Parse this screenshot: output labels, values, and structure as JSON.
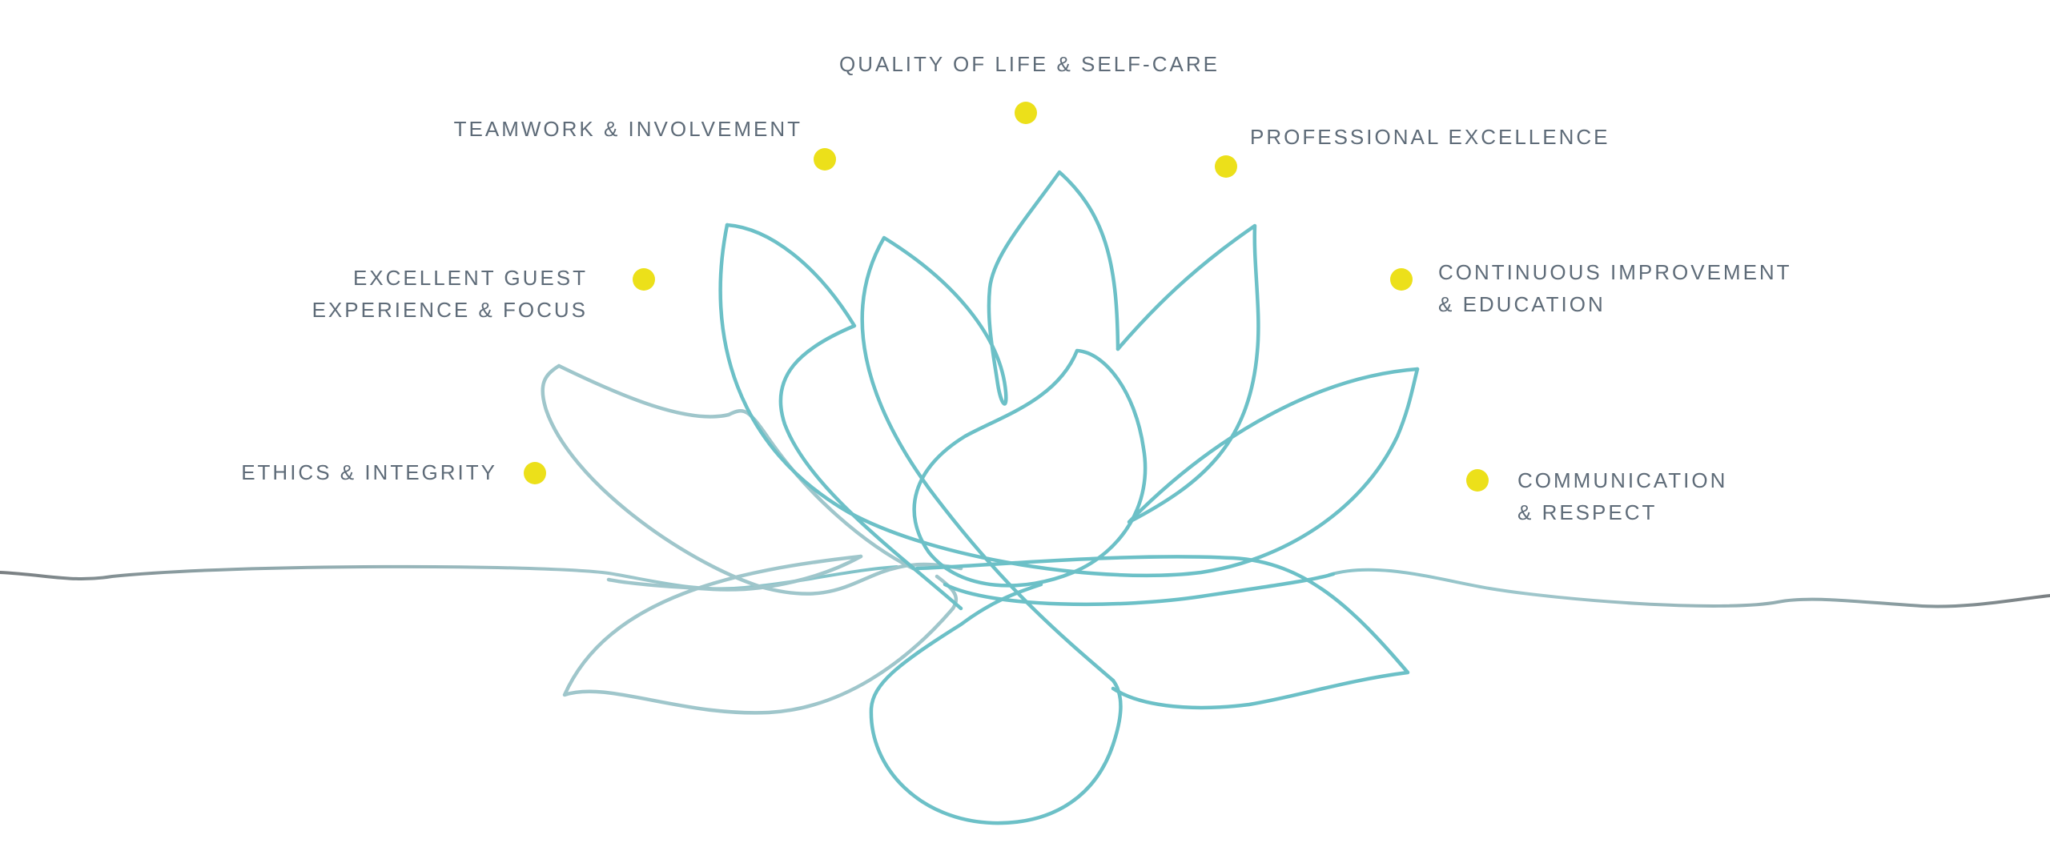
{
  "colors": {
    "accent_dot": "#ece01a",
    "lotus_stroke": "#6cc0c7",
    "lotus_stroke_faded": "#9fc6cb",
    "waterline_grey": "#7a7f82",
    "label_text": "#5e6b78"
  },
  "values": [
    {
      "id": "quality",
      "lines": [
        "QUALITY OF LIFE & SELF-CARE"
      ]
    },
    {
      "id": "teamwork",
      "lines": [
        "TEAMWORK & INVOLVEMENT"
      ]
    },
    {
      "id": "professional",
      "lines": [
        "PROFESSIONAL EXCELLENCE"
      ]
    },
    {
      "id": "guest",
      "lines": [
        "EXCELLENT GUEST",
        "EXPERIENCE & FOCUS"
      ]
    },
    {
      "id": "improvement",
      "lines": [
        "CONTINUOUS IMPROVEMENT",
        "& EDUCATION"
      ]
    },
    {
      "id": "ethics",
      "lines": [
        "ETHICS & INTEGRITY"
      ]
    },
    {
      "id": "communication",
      "lines": [
        "COMMUNICATION",
        "& RESPECT"
      ]
    }
  ]
}
